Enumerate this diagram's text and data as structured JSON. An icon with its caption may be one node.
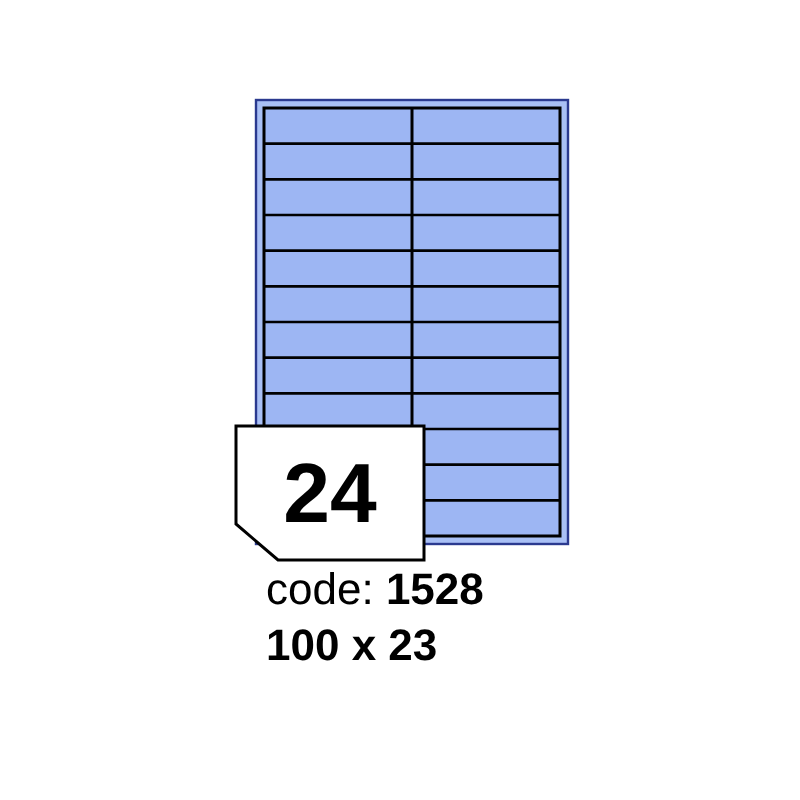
{
  "diagram": {
    "nodes": [
      {
        "text": [
          "24"
        ]
      }
    ],
    "labels": [
      "code: **1528**",
      "100 x 23"
    ]
  }
}
